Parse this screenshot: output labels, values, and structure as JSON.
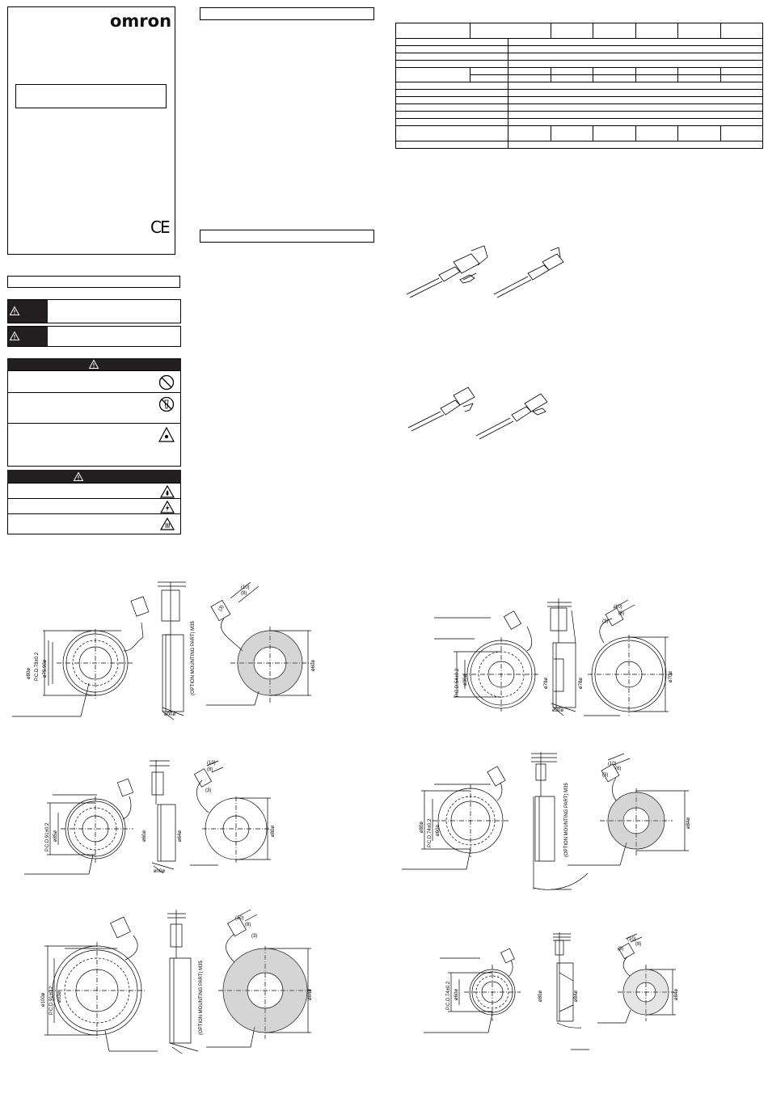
{
  "brand": {
    "logo_text": "omron",
    "ce_mark": "CE"
  },
  "warning_headers": [
    {
      "icon": "warning-triangle-icon"
    },
    {
      "icon": "warning-triangle-icon"
    }
  ],
  "dimensions": {
    "d1": {
      "dims": [
        "(10)",
        "(8)",
        "(3)",
        "ø80ø",
        "P.C.D.78±0.2",
        "ø75.90ø",
        "ø60ø",
        "(OPTION MOUNTING PART) M35"
      ],
      "angle": "ø00ø"
    },
    "d2": {
      "dims": [
        "(10)",
        "(8)",
        "(3)",
        "P.C.D.54±0.2",
        "ø30ø",
        "ø78ø",
        "ø70ø",
        "ø60ø",
        "ø20ø"
      ]
    },
    "d3": {
      "dims": [
        "(10)",
        "(8)",
        "(3)",
        "(3)",
        "P.C.D.91±0.2",
        "ø85ø",
        "ø60ø",
        "ø64ø",
        "ø80ø",
        "ø00ø"
      ]
    },
    "d4": {
      "dims": [
        "(10)",
        "(8)",
        "(3)",
        "ø80ø",
        "P.C.D.74±0.2",
        "ø60ø",
        "(OPTION MOUNTING PART) M35",
        "ø84ø"
      ]
    },
    "d5": {
      "dims": [
        "(10)",
        "(8)",
        "(3)",
        "ø100ø",
        "P.C.D.91±0.2",
        "ø93ø",
        "(OPTION MOUNTING PART) M35",
        "ø84ø"
      ]
    },
    "d6": {
      "dims": [
        "(10)",
        "(8)",
        "(3)",
        "P.C.D.74±0.2",
        "ø60ø",
        "ø80ø",
        "ø84ø",
        "ø84ø"
      ]
    }
  }
}
